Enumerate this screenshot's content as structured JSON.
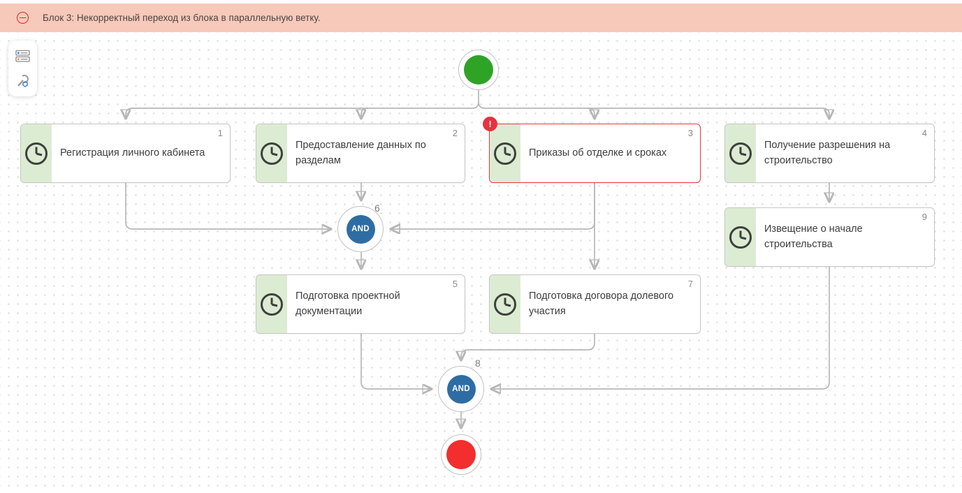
{
  "banner": {
    "text": "Блок 3: Некорректный переход из блока в параллельную ветку.",
    "background": "#f6c9ba",
    "icon_color": "#d0301f"
  },
  "toolbar": {
    "buttons": [
      {
        "name": "process-list-button",
        "icon": "process-list-icon"
      },
      {
        "name": "tools-button",
        "icon": "tools-icon"
      }
    ]
  },
  "diagram": {
    "start_node": {
      "type": "start",
      "color": "#2fa326"
    },
    "end_node": {
      "type": "end",
      "color": "#f22e2e"
    },
    "tasks": [
      {
        "number": "1",
        "label": "Регистрация личного кабинета",
        "error": false
      },
      {
        "number": "2",
        "label": "Предоставление данных по разделам",
        "error": false
      },
      {
        "number": "3",
        "label": "Приказы об отделке и сроках",
        "error": true,
        "error_badge": "!"
      },
      {
        "number": "4",
        "label": "Получение разрешения на строительство",
        "error": false
      },
      {
        "number": "5",
        "label": "Подготовка проектной документации",
        "error": false
      },
      {
        "number": "7",
        "label": "Подготовка договора долевого участия",
        "error": false
      },
      {
        "number": "9",
        "label": "Извещение о начале строительства",
        "error": false
      }
    ],
    "gateways": [
      {
        "number": "6",
        "label": "AND"
      },
      {
        "number": "8",
        "label": "AND"
      }
    ],
    "colors": {
      "gateway_fill": "#2e6da4",
      "task_stripe": "#dcecd2",
      "error_border": "#e23b41",
      "connector": "#b7b7b7"
    }
  }
}
